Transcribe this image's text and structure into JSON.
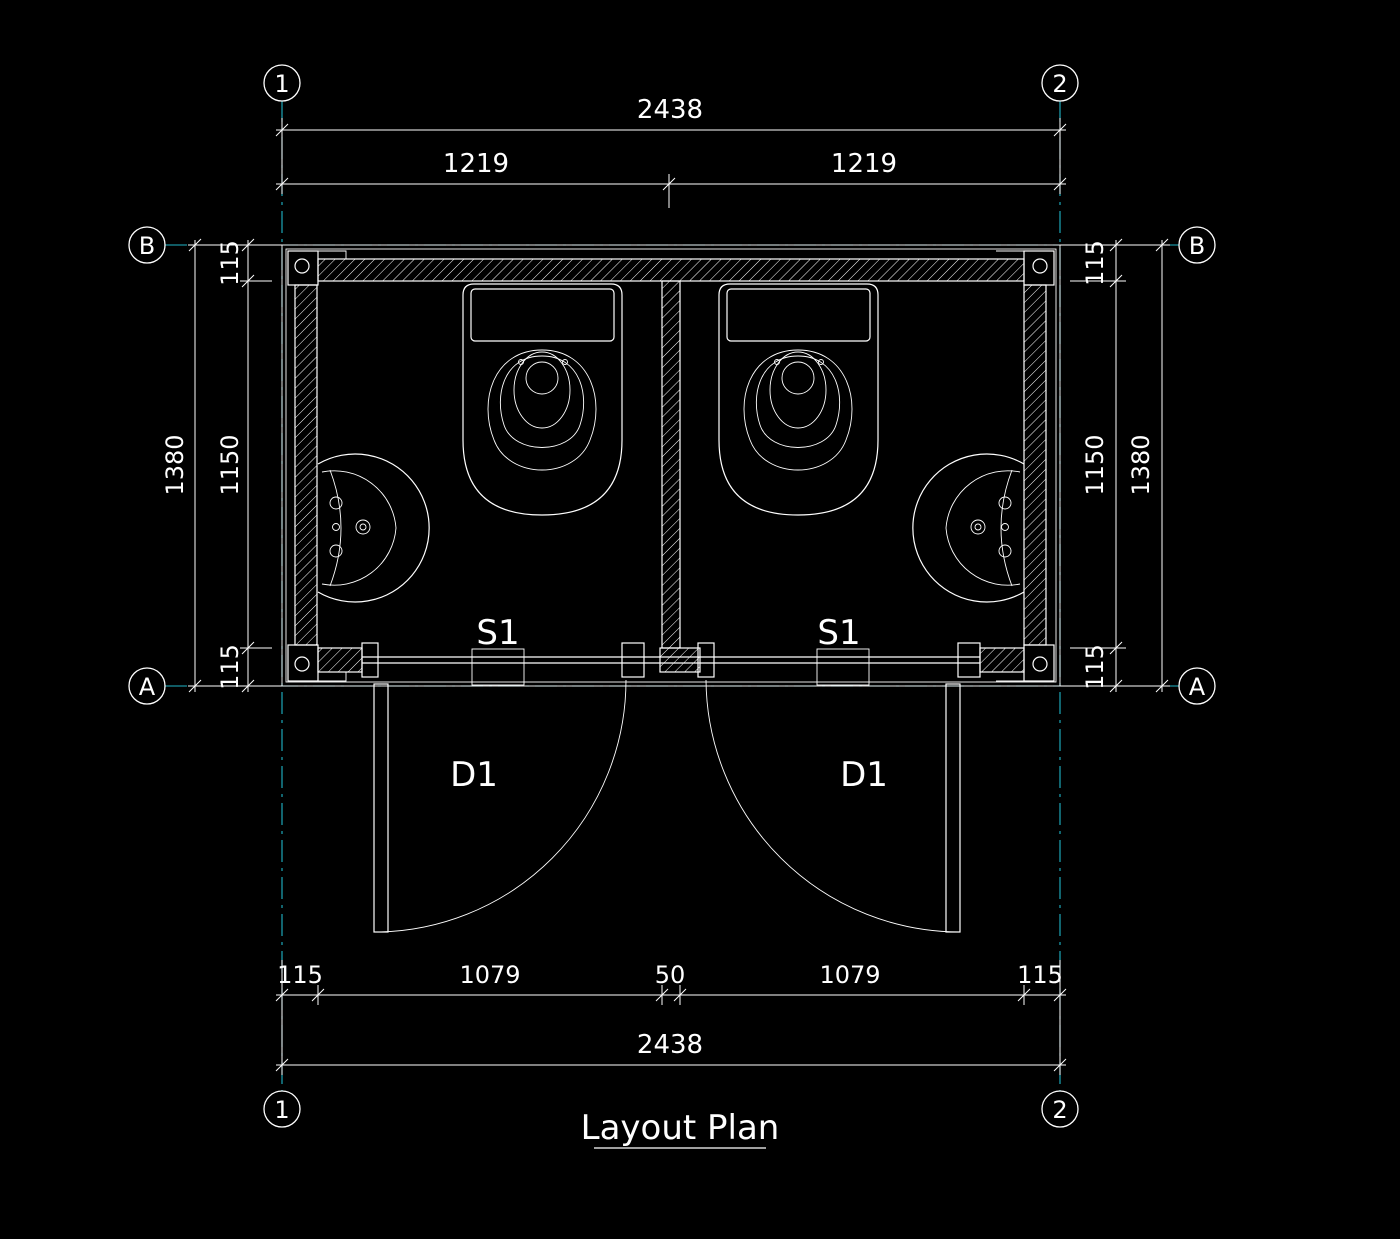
{
  "title": "Layout Plan",
  "grid_labels": {
    "left": "1",
    "right": "2",
    "back": "B",
    "front": "A"
  },
  "dimensions": {
    "top_overall": "2438",
    "top_left_half": "1219",
    "top_right_half": "1219",
    "side_overall": "1380",
    "side_inner": "1150",
    "side_wall": "115",
    "bottom_wall": "115",
    "bottom_room": "1079",
    "bottom_partition": "50",
    "bottom_overall": "2438"
  },
  "tags": {
    "sink_window": "S1",
    "door": "D1"
  },
  "colors": {
    "background": "#000000",
    "lines": "#ffffff",
    "grid_lines": "#1fb6c9"
  }
}
